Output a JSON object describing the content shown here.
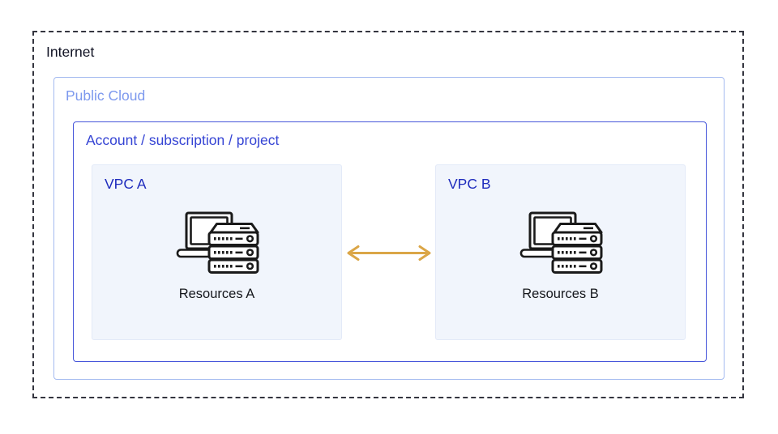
{
  "diagram": {
    "internet": {
      "label": "Internet"
    },
    "public_cloud": {
      "label": "Public Cloud"
    },
    "account": {
      "label": "Account / subscription / project"
    },
    "vpcs": [
      {
        "label": "VPC A",
        "resource": "Resources A",
        "icon": "laptop-server-icon"
      },
      {
        "label": "VPC B",
        "resource": "Resources B",
        "icon": "laptop-server-icon"
      }
    ],
    "connection": {
      "type": "bidirectional-arrow",
      "icon": "double-arrow-icon"
    }
  },
  "colors": {
    "internet_border": "#34353f",
    "internet_text": "#101223",
    "public_cloud_border": "#a4baf0",
    "public_cloud_text": "#7d99ee",
    "account_border": "#4655da",
    "account_text": "#3544d4",
    "vpc_fill": "#f1f5fc",
    "vpc_border": "#e3eaf8",
    "vpc_text": "#1e2bbd",
    "resource_text": "#15171c",
    "arrow": "#dba647",
    "icon_stroke": "#1a1a1a"
  }
}
